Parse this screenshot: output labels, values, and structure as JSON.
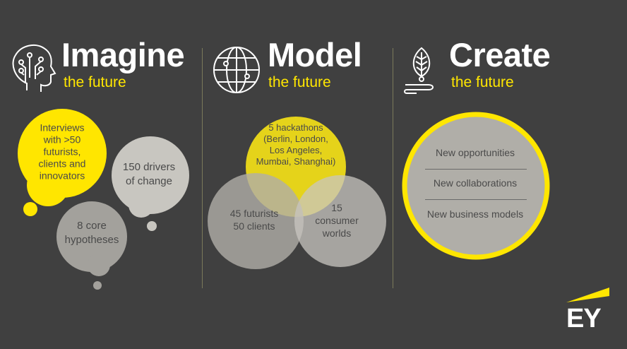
{
  "sections": [
    {
      "title": "Imagine",
      "subtitle": "the future",
      "icon": "brain-circuit-icon"
    },
    {
      "title": "Model",
      "subtitle": "the future",
      "icon": "globe-icon"
    },
    {
      "title": "Create",
      "subtitle": "the future",
      "icon": "leaf-sprout-icon"
    }
  ],
  "imagine": {
    "bubbles": [
      "Interviews\nwith >50\nfuturists,\nclients and\ninnovators",
      "150 drivers\nof change",
      "8 core\nhypotheses"
    ]
  },
  "model": {
    "circles": [
      "5 hackathons\n(Berlin, London,\nLos Angeles,\nMumbai, Shanghai)",
      "45 futurists\n50 clients",
      "15\nconsumer\nworlds"
    ]
  },
  "create": {
    "items": [
      "New opportunities",
      "New collaborations",
      "New business models"
    ]
  },
  "logo": {
    "text": "EY"
  },
  "colors": {
    "background": "#404040",
    "accent": "#ffe600",
    "light_gray": "#c8c6c0",
    "mid_gray": "#a3a19c"
  }
}
